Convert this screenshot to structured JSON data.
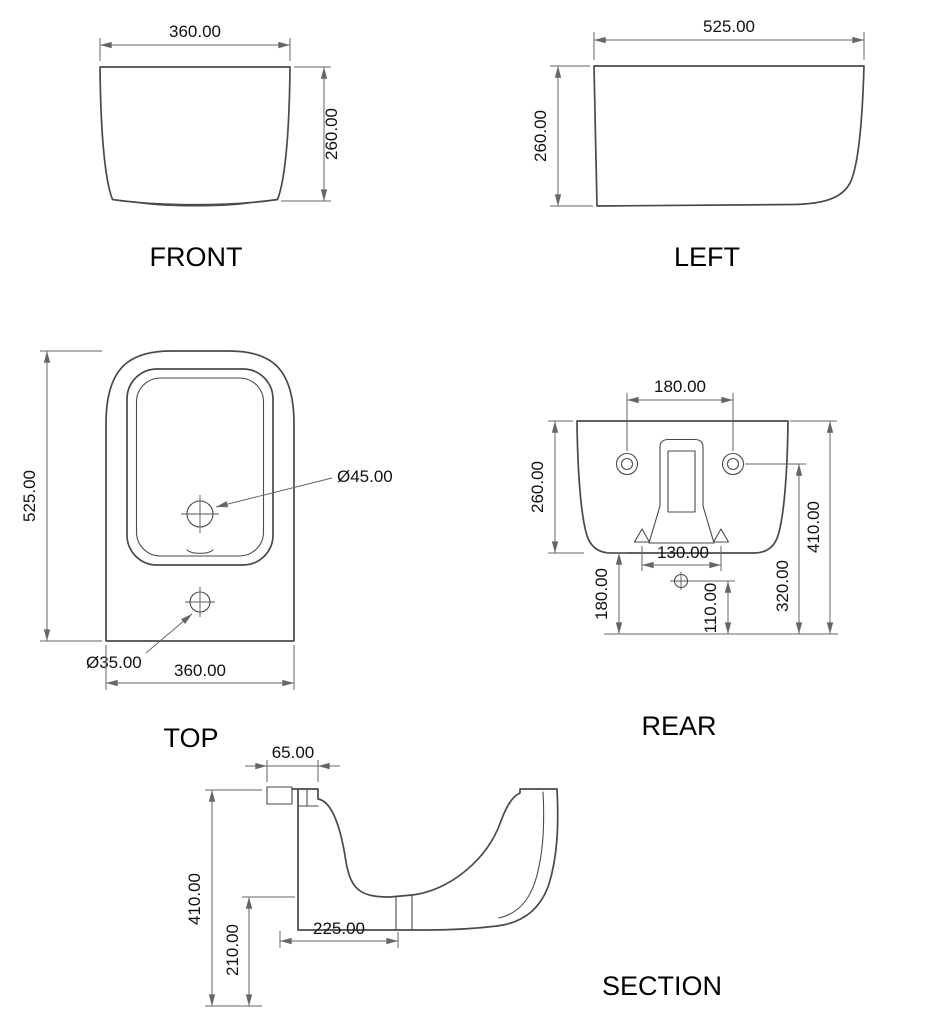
{
  "colors": {
    "line": "#4a4a4a",
    "dimension": "#666666",
    "text": "#111111",
    "background": "#ffffff"
  },
  "views": {
    "front": {
      "label": "FRONT",
      "width": "360.00",
      "height": "260.00"
    },
    "left": {
      "label": "LEFT",
      "depth": "525.00",
      "height": "260.00"
    },
    "top": {
      "label": "TOP",
      "length": "525.00",
      "width": "360.00",
      "drain_hole": "Ø45.00",
      "tap_hole": "Ø35.00"
    },
    "rear": {
      "label": "REAR",
      "fixing_hole_spacing": "180.00",
      "body_height": "260.00",
      "bottom_clearance": "180.00",
      "slot_spacing": "130.00",
      "inlet_height": "110.00",
      "fixing_hole_height": "320.00",
      "overall_height": "410.00"
    },
    "section": {
      "label": "SECTION",
      "rim_offset": "65.00",
      "overall_height": "410.00",
      "cavity_height": "210.00",
      "cavity_depth": "225.00"
    }
  }
}
